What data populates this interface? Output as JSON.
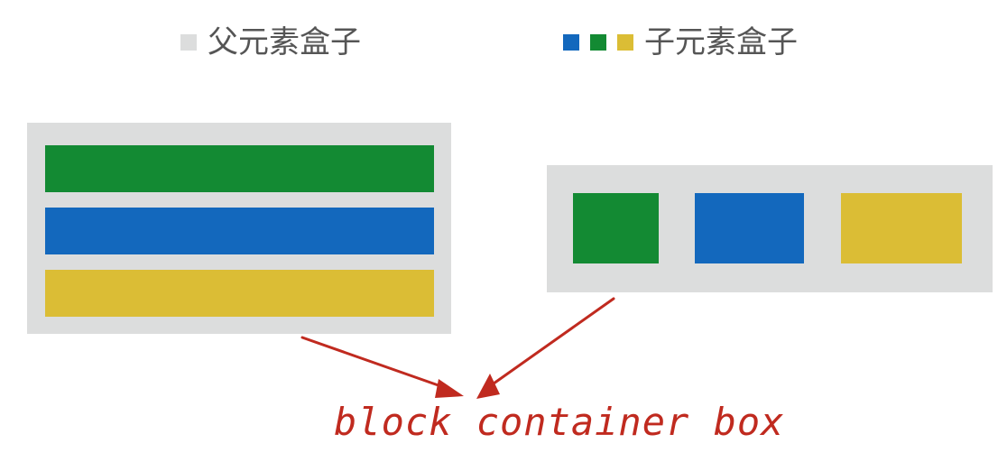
{
  "legend": {
    "parent_label": "父元素盒子",
    "child_label": "子元素盒子"
  },
  "caption": "block container box",
  "colors": {
    "parent_box": "#dcdddd",
    "green": "#138a33",
    "blue": "#1368bd",
    "yellow": "#dbbd35",
    "arrow": "#c02a1f",
    "legend_text": "#555555"
  },
  "icons": {
    "parent_swatch": "gray-square-swatch",
    "child_swatches": [
      "blue-square-swatch",
      "green-square-swatch",
      "yellow-square-swatch"
    ]
  }
}
